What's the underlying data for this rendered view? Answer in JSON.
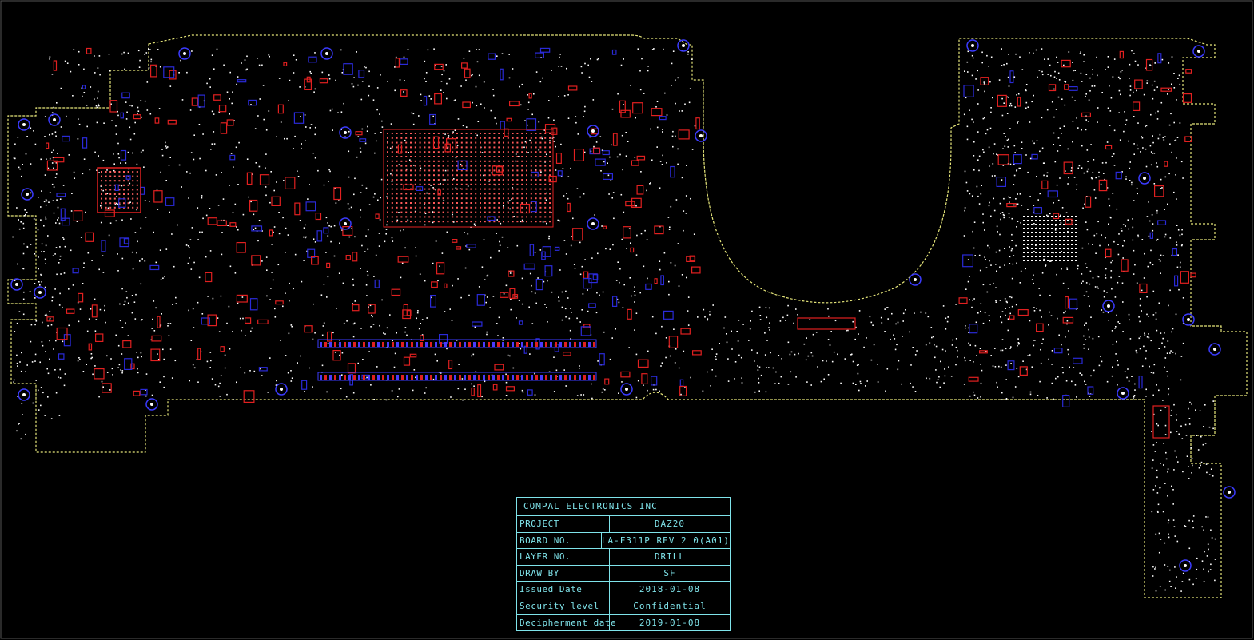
{
  "title_block": {
    "company": "COMPAL ELECTRONICS  INC",
    "rows": [
      {
        "label": "PROJECT",
        "value": "DAZ20"
      },
      {
        "label": "BOARD NO.",
        "value": "LA-F311P REV 2 0(A01)"
      },
      {
        "label": "LAYER NO.",
        "value": "DRILL"
      },
      {
        "label": "DRAW BY",
        "value": "SF"
      },
      {
        "label": "Issued Date",
        "value": "2018-01-08"
      },
      {
        "label": "Security level",
        "value": "Confidential"
      },
      {
        "label": "Decipherment date",
        "value": "2019-01-08"
      }
    ]
  },
  "colors": {
    "background": "#000000",
    "outline": "#e6e67a",
    "title_block": "#7fe3ea",
    "pad_red": "#e12020",
    "pad_blue": "#2a2ad8",
    "drill_white": "#ffffff",
    "mount_hole": "#3b3bff"
  }
}
